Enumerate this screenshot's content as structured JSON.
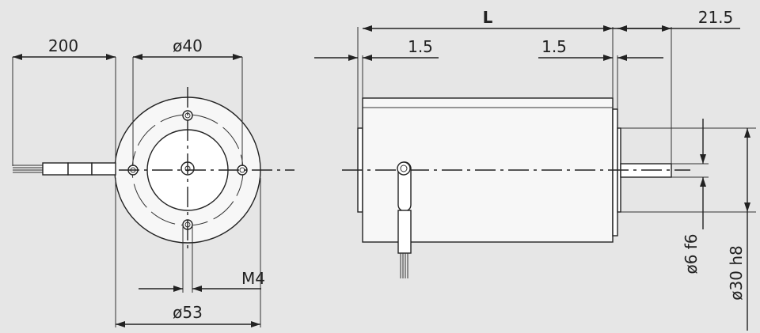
{
  "labels": {
    "cable_length": "200",
    "flange_dia": "ø40",
    "body_dia": "ø53",
    "thread": "M4",
    "length": "L",
    "left_flange": "1.5",
    "right_flange": "1.5",
    "shaft_length": "21.5",
    "shaft_dia": "ø6 f6",
    "pilot_dia": "ø30 h8"
  },
  "colors": {
    "background": "#e6e6e6",
    "line": "#222222",
    "fill": "#f7f7f7"
  }
}
